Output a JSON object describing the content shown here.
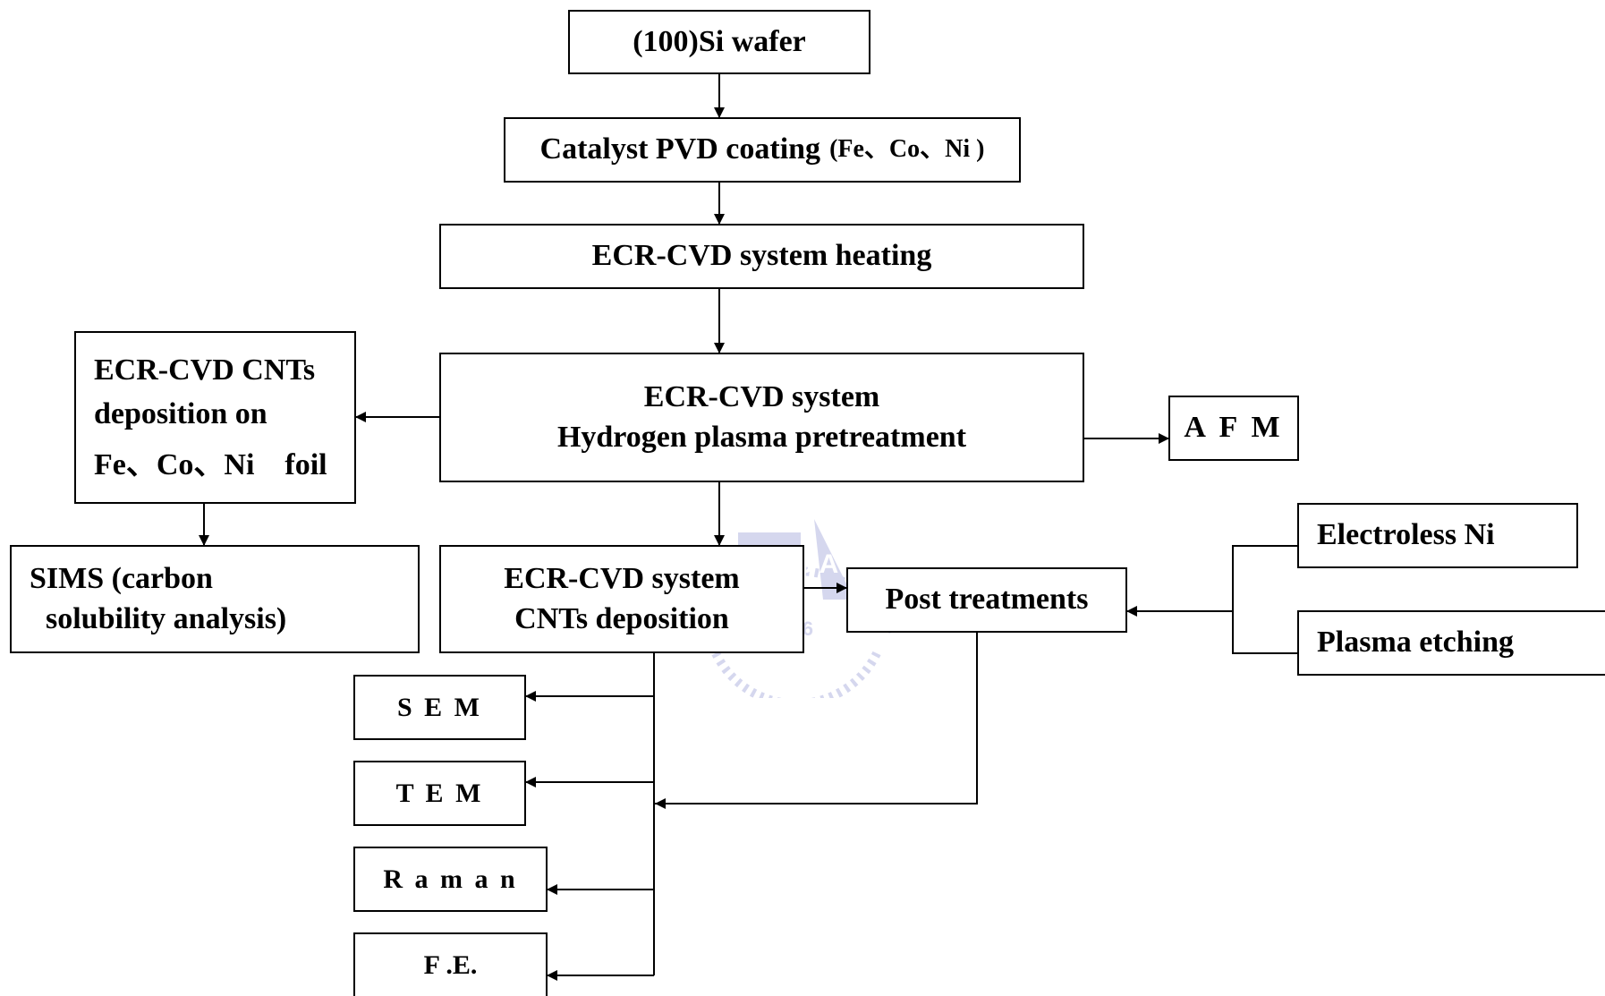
{
  "nodes": {
    "si_wafer": "(100)Si wafer",
    "catalyst_main": "Catalyst PVD coating",
    "catalyst_sub": "(Fe、Co、Ni )",
    "heating": "ECR-CVD system heating",
    "pretreat_line1": "ECR-CVD system",
    "pretreat_line2": "Hydrogen plasma pretreatment",
    "foil_line1": "ECR-CVD CNTs",
    "foil_line2": "deposition on",
    "foil_line3": "Fe、Co、Ni    foil",
    "afm": "A F M",
    "sims_line1": "SIMS (carbon",
    "sims_line2": "solubility analysis)",
    "deposition_line1": "ECR-CVD system",
    "deposition_line2": "CNTs deposition",
    "post": "Post treatments",
    "electroless": "Electroless Ni",
    "plasma_etching": "Plasma etching",
    "sem": "S E M",
    "tem": "T E M",
    "raman": "R a m a n",
    "fe": "F .E."
  },
  "watermark": {
    "text_top": "E S A",
    "text_mid": "1896"
  },
  "colors": {
    "line": "#000000",
    "watermark": "#8a8fd0"
  }
}
